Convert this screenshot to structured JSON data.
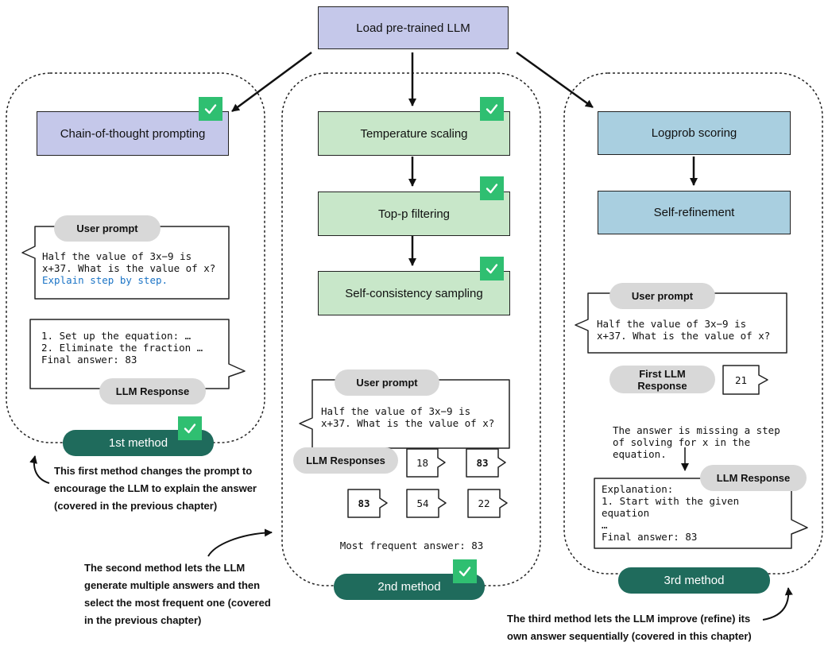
{
  "top": {
    "label": "Load pre-trained LLM"
  },
  "method1": {
    "box": "Chain-of-thought prompting",
    "prompt_tag": "User prompt",
    "prompt_lines": [
      "Half the value of 3x−9 is",
      "x+37. What is the value of x?"
    ],
    "prompt_extra": "Explain step by step.",
    "response_lines": [
      "1. Set up the equation: …",
      "2. Eliminate the fraction …",
      "Final answer: 83"
    ],
    "response_tag": "LLM Response",
    "label": "1st method",
    "caption": [
      "This first method changes the prompt to",
      "encourage the LLM to explain the answer",
      "(covered in the previous chapter)"
    ]
  },
  "method2": {
    "boxes": [
      "Temperature scaling",
      "Top-p filtering",
      "Self-consistency sampling"
    ],
    "prompt_tag": "User prompt",
    "prompt_lines": [
      "Half the value of 3x−9 is",
      "x+37. What is the value of x?"
    ],
    "responses_tag": "LLM Responses",
    "answers": [
      "18",
      "83",
      "83",
      "54",
      "22"
    ],
    "result": "Most frequent answer: 83",
    "label": "2nd method",
    "caption": [
      "The second method lets the LLM",
      "generate multiple answers and then",
      "select the most frequent one (covered",
      "in the previous chapter)"
    ]
  },
  "method3": {
    "boxes": [
      "Logprob scoring",
      "Self-refinement"
    ],
    "prompt_tag": "User prompt",
    "prompt_lines": [
      "Half the value of 3x−9 is",
      "x+37. What is the value of x?"
    ],
    "first_tag": "First LLM\nResponse",
    "first_answer": "21",
    "feedback_lines": [
      "The answer is missing a step",
      "of solving for x in the",
      "equation."
    ],
    "response_tag": "LLM Response",
    "response_lines": [
      "Explanation:",
      "1. Start with the given",
      "equation",
      "…",
      "Final answer: 83"
    ],
    "label": "3rd method",
    "caption": [
      "The third method lets the LLM improve (refine) its",
      "own answer sequentially (covered in this chapter)"
    ]
  },
  "colors": {
    "check": "#2fbf71",
    "method_pill": "#1f6b5c",
    "purple": "#c5c8ea",
    "green": "#c8e7c9",
    "blue": "#a9cfe0"
  },
  "icons": {
    "check": "checkmark-icon"
  }
}
